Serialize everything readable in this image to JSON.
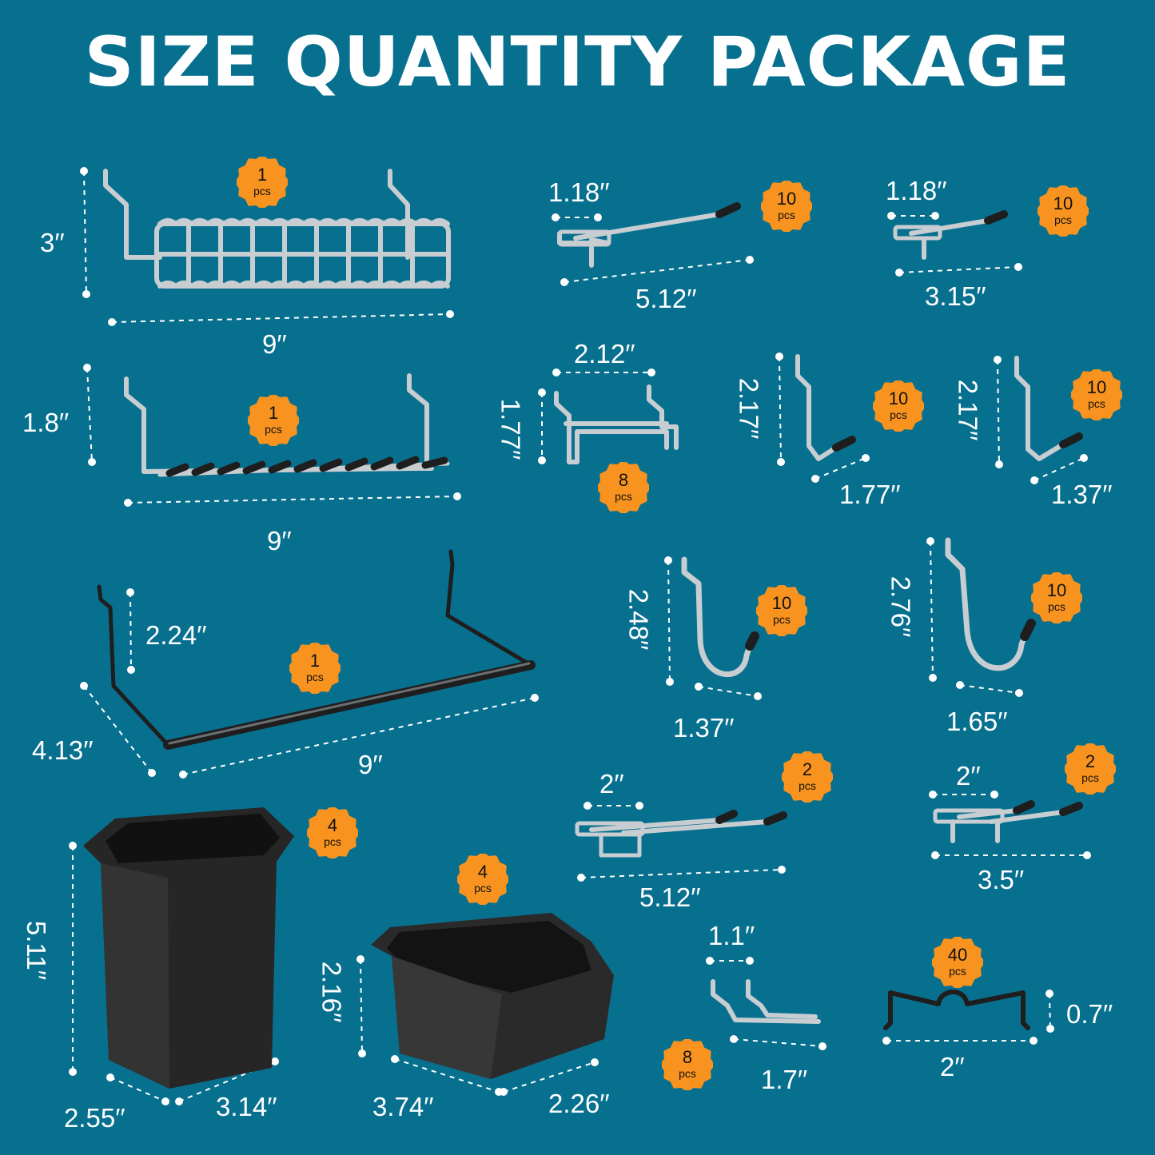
{
  "title": "SIZE QUANTITY PACKAGE",
  "items": [
    {
      "id": "wire-basket-large",
      "qty": "1",
      "unit": "pcs",
      "dims": [
        "3′′",
        "9′′"
      ]
    },
    {
      "id": "single-hook-long",
      "qty": "10",
      "unit": "pcs",
      "dims": [
        "1.18′′",
        "5.12′′"
      ]
    },
    {
      "id": "single-hook-short",
      "qty": "10",
      "unit": "pcs",
      "dims": [
        "1.18′′",
        "3.15′′"
      ]
    },
    {
      "id": "tool-rack",
      "qty": "1",
      "unit": "pcs",
      "dims": [
        "1.8′′",
        "9′′"
      ]
    },
    {
      "id": "u-bracket",
      "qty": "8",
      "unit": "pcs",
      "dims": [
        "2.12′′",
        "1.77′′"
      ]
    },
    {
      "id": "l-hook-a",
      "qty": "10",
      "unit": "pcs",
      "dims": [
        "2.17′′",
        "1.77′′"
      ]
    },
    {
      "id": "l-hook-b",
      "qty": "10",
      "unit": "pcs",
      "dims": [
        "2.17′′",
        "1.37′′"
      ]
    },
    {
      "id": "shelf-rack",
      "qty": "1",
      "unit": "pcs",
      "dims": [
        "2.24′′",
        "4.13′′",
        "9′′"
      ]
    },
    {
      "id": "j-hook-small",
      "qty": "10",
      "unit": "pcs",
      "dims": [
        "2.48′′",
        "1.37′′"
      ]
    },
    {
      "id": "j-hook-large",
      "qty": "10",
      "unit": "pcs",
      "dims": [
        "2.76′′",
        "1.65′′"
      ]
    },
    {
      "id": "double-hook-long",
      "qty": "2",
      "unit": "pcs",
      "dims": [
        "2′′",
        "5.12′′"
      ]
    },
    {
      "id": "double-hook-short",
      "qty": "2",
      "unit": "pcs",
      "dims": [
        "2′′",
        "3.5′′"
      ]
    },
    {
      "id": "bin-tall",
      "qty": "4",
      "unit": "pcs",
      "dims": [
        "5.11′′",
        "2.55′′",
        "3.14′′"
      ]
    },
    {
      "id": "bin-short",
      "qty": "4",
      "unit": "pcs",
      "dims": [
        "2.16′′",
        "3.74′′",
        "2.26′′"
      ]
    },
    {
      "id": "curved-hook",
      "qty": "8",
      "unit": "pcs",
      "dims": [
        "1.1′′",
        "1.7′′"
      ]
    },
    {
      "id": "peg-lock",
      "qty": "40",
      "unit": "pcs",
      "dims": [
        "0.7′′",
        "2′′"
      ]
    }
  ],
  "colors": {
    "background": "#08708f",
    "badge": "#f7931e",
    "metal": "#d8dde0",
    "black": "#1e1e1e"
  }
}
